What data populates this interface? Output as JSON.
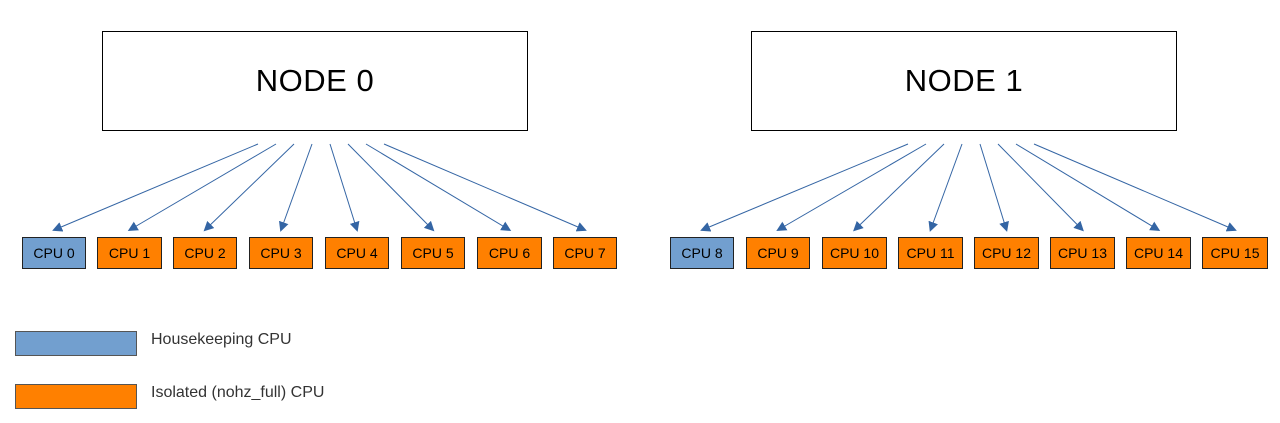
{
  "colors": {
    "housekeeping": "#729fcf",
    "isolated": "#ff8000",
    "arrow": "#3465a4"
  },
  "nodes": [
    {
      "label": "NODE 0"
    },
    {
      "label": "NODE 1"
    }
  ],
  "cpus": [
    {
      "label": "CPU 0",
      "type": "housekeeping",
      "node": 0
    },
    {
      "label": "CPU 1",
      "type": "isolated",
      "node": 0
    },
    {
      "label": "CPU 2",
      "type": "isolated",
      "node": 0
    },
    {
      "label": "CPU 3",
      "type": "isolated",
      "node": 0
    },
    {
      "label": "CPU 4",
      "type": "isolated",
      "node": 0
    },
    {
      "label": "CPU 5",
      "type": "isolated",
      "node": 0
    },
    {
      "label": "CPU 6",
      "type": "isolated",
      "node": 0
    },
    {
      "label": "CPU 7",
      "type": "isolated",
      "node": 0
    },
    {
      "label": "CPU 8",
      "type": "housekeeping",
      "node": 1
    },
    {
      "label": "CPU 9",
      "type": "isolated",
      "node": 1
    },
    {
      "label": "CPU 10",
      "type": "isolated",
      "node": 1
    },
    {
      "label": "CPU 11",
      "type": "isolated",
      "node": 1
    },
    {
      "label": "CPU 12",
      "type": "isolated",
      "node": 1
    },
    {
      "label": "CPU 13",
      "type": "isolated",
      "node": 1
    },
    {
      "label": "CPU 14",
      "type": "isolated",
      "node": 1
    },
    {
      "label": "CPU 15",
      "type": "isolated",
      "node": 1
    }
  ],
  "legend": {
    "housekeeping_label": "Housekeeping CPU",
    "isolated_label": "Isolated (nohz_full) CPU"
  }
}
